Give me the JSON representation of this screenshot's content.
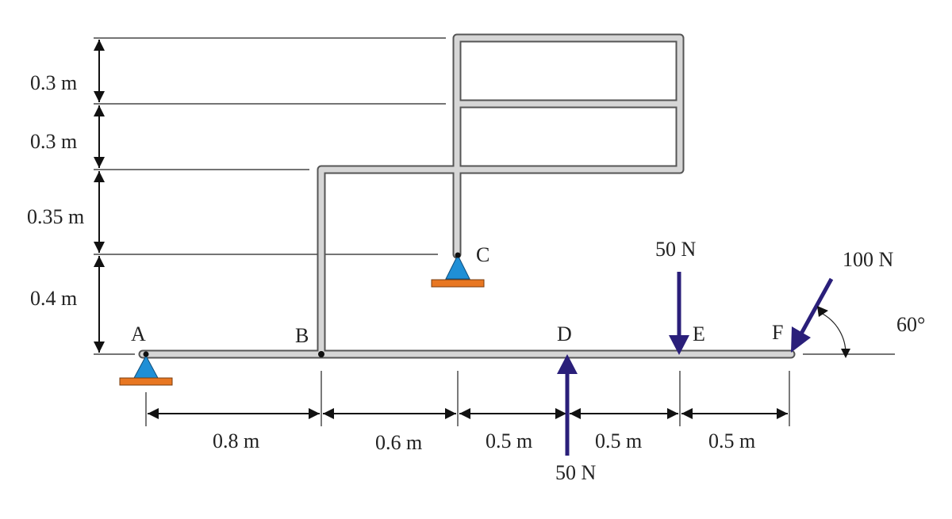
{
  "points": {
    "A": "A",
    "B": "B",
    "C": "C",
    "D": "D",
    "E": "E",
    "F": "F"
  },
  "vertical_dimensions": [
    "0.3 m",
    "0.3 m",
    "0.35 m",
    "0.4 m"
  ],
  "horizontal_dimensions": [
    "0.8 m",
    "0.6 m",
    "0.5 m",
    "0.5 m",
    "0.5 m"
  ],
  "loads": {
    "load_e": "50 N",
    "load_d": "50 N",
    "load_f": "100 N",
    "angle_f": "60°"
  },
  "colors": {
    "support": "#1f8fd6",
    "base": "#e87722",
    "arrow": "#2a1f7a",
    "frame_fill": "#d6d6d6",
    "frame_edge": "#555555"
  }
}
